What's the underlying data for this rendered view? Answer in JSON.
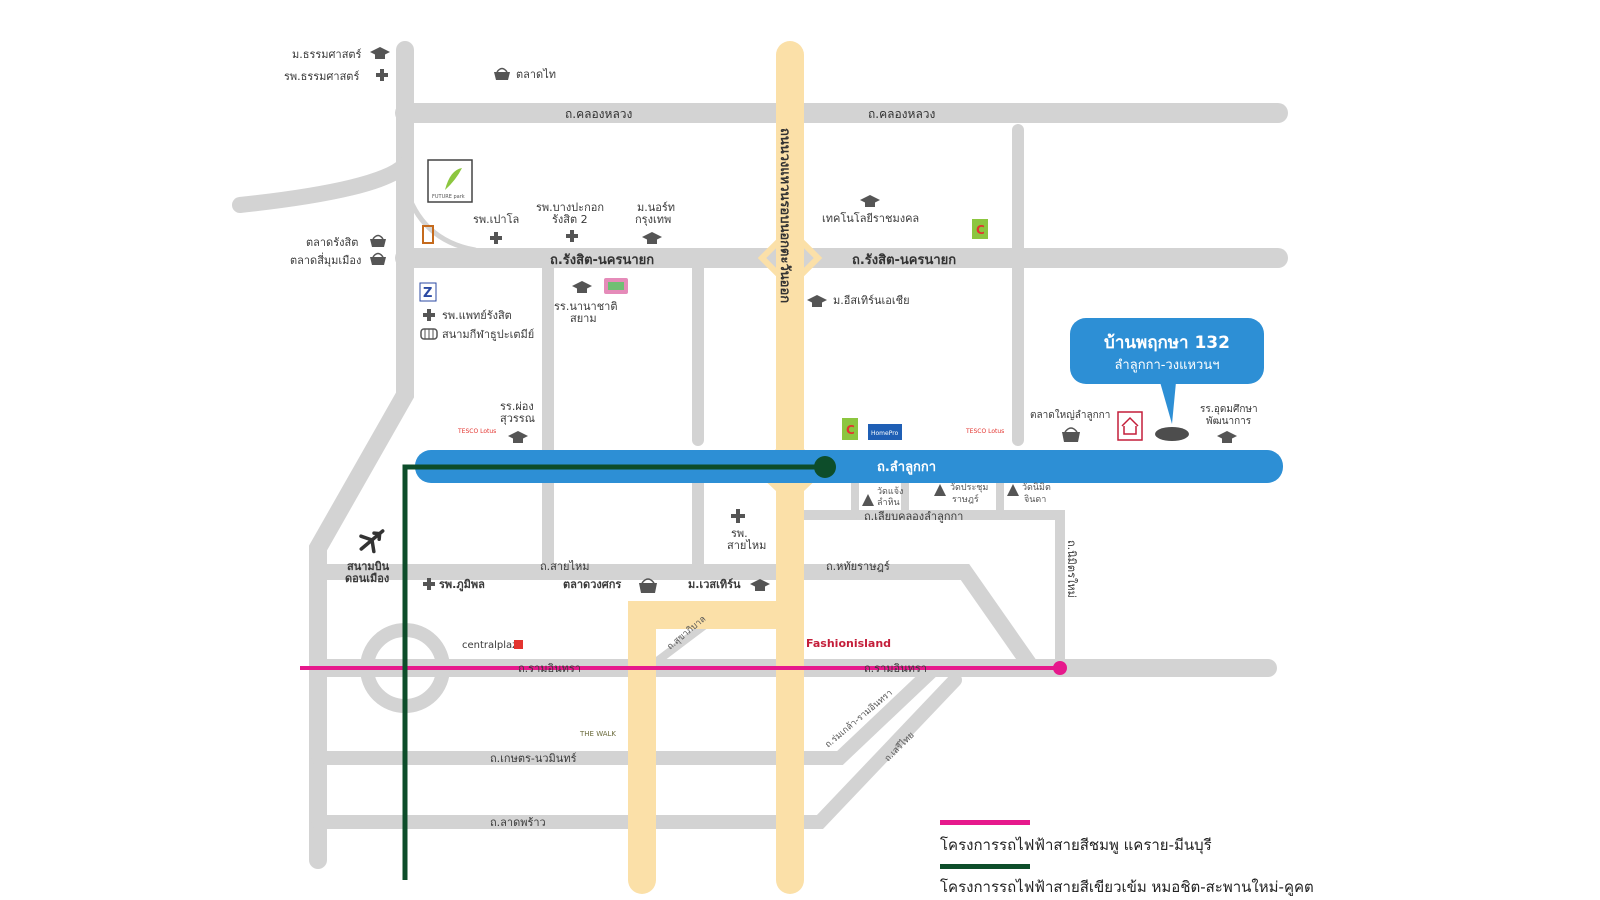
{
  "colors": {
    "road": "#d3d3d3",
    "highway": "#fbe0a8",
    "blue_road": "#2d8fd5",
    "pink_line": "#e6198c",
    "green_line": "#0d4d2a",
    "callout": "#2d8fd5"
  },
  "callout": {
    "title": "บ้านพฤกษา 132",
    "subtitle": "ลำลูกกา-วงแหวนฯ"
  },
  "roads": {
    "khlong_luang_1": "ถ.คลองหลวง",
    "khlong_luang_2": "ถ.คลองหลวง",
    "rangsit_nakhon_1": "ถ.รังสิต-นครนายก",
    "rangsit_nakhon_2": "ถ.รังสิต-นครนายก",
    "lam_luk_ka": "ถ.ลำลูกกา",
    "liap_khlong": "ถ.เลียบคลองลำลูกกา",
    "sai_mai": "ถ.สายไหม",
    "hathai_rat": "ถ.หทัยราษฎร์",
    "nimit_mai": "ถ.นิมิตรใหม่",
    "ram_inthra_1": "ถ.รามอินทรา",
    "ram_inthra_2": "ถ.รามอินทรา",
    "kaset_nawamin": "ถ.เกษตร-นวมินทร์",
    "lat_phrao": "ถ.ลาดพร้าว",
    "outer_ring": "ถนนวงแหวนรอบนอกตะวันออก",
    "suea_yai": "ถ.สุขาภิบาล",
    "phraya_suren": "ถ.เสรีไทย",
    "hathairat_raminthra": "ถ.ร่มเกล้า-รามอินทรา"
  },
  "places": {
    "thammasat_u": "ม.ธรรมศาสตร์",
    "thammasat_hosp": "รพ.ธรรมศาสตร์",
    "talad_thai": "ตลาดไท",
    "future_park": "FUTURE park",
    "paolo": "รพ.เปาโล",
    "bangpakok": "รพ.บางปะกอก",
    "bangpakok2": "รังสิต 2",
    "north_bkk_1": "ม.นอร์ท",
    "north_bkk_2": "กรุงเทพ",
    "rajamangala": "เทคโนโลยีราชมงคล",
    "rangsit_market": "ตลาดรังสิต",
    "simummuang": "ตลาดสี่มุมเมือง",
    "patrangsit": "รพ.แพทย์รังสิต",
    "stadium": "สนามกีฬาธูปะเตมีย์",
    "nanachat_1": "รร.นานาชาติ",
    "nanachat_2": "สยาม",
    "eastern_asia": "ม.อีสเทิร์นเอเชีย",
    "phongsuwan_1": "รร.ผ่อง",
    "phongsuwan_2": "สุวรรณ",
    "lamlukka_market": "ตลาดใหญ่ลำลูกกา",
    "udom_1": "รร.อุดมศึกษา",
    "udom_2": "พัฒนาการ",
    "wat_chaeng_1": "วัดแจ้ง",
    "wat_chaeng_2": "ลำหิน",
    "wat_prachum_1": "วัดประชุม",
    "wat_prachum_2": "ราษฎร์",
    "wat_nimit_1": "วัดนิมิต",
    "wat_nimit_2": "จินดา",
    "saimai_hosp_1": "รพ.",
    "saimai_hosp_2": "สายไหม",
    "donmueang_1": "สนามบิน",
    "donmueang_2": "ดอนเมือง",
    "bhumibol": "รพ.ภูมิพล",
    "duangkaew": "ตลาดวงศกร",
    "western_u": "ม.เวสเทิร์น",
    "central_plaza": "centralplaza",
    "fashion_island": "Fashionisland",
    "the_walk": "THE WALK",
    "tesco_1": "TESCO Lotus",
    "tesco_2": "TESCO Lotus",
    "homepro": "HomePro",
    "zpell": "Z"
  },
  "legend": [
    {
      "color": "#e6198c",
      "label": "โครงการรถไฟฟ้าสายสีชมพู แคราย-มีนบุรี"
    },
    {
      "color": "#0d4d2a",
      "label": "โครงการรถไฟฟ้าสายสีเขียวเข้ม หมอชิต-สะพานใหม่-คูคต"
    }
  ]
}
